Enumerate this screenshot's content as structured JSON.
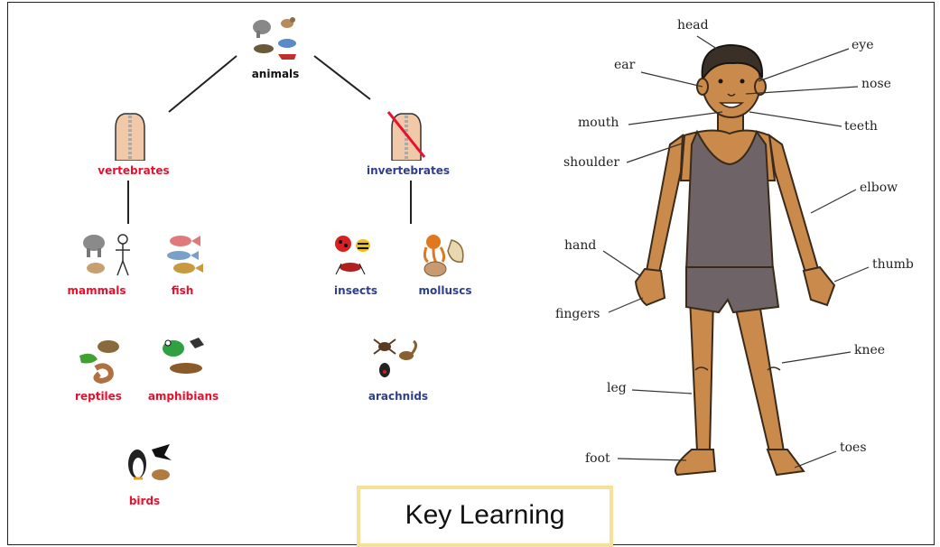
{
  "tree": {
    "root": "animals",
    "vertebrates": "vertebrates",
    "invertebrates": "invertebrates",
    "mammals": "mammals",
    "fish": "fish",
    "reptiles": "reptiles",
    "amphibians": "amphibians",
    "birds": "birds",
    "insects": "insects",
    "molluscs": "molluscs",
    "arachnids": "arachnids"
  },
  "body_labels": {
    "head": "head",
    "eye": "eye",
    "ear": "ear",
    "nose": "nose",
    "mouth": "mouth",
    "teeth": "teeth",
    "shoulder": "shoulder",
    "elbow": "elbow",
    "hand": "hand",
    "thumb": "thumb",
    "fingers": "fingers",
    "knee": "knee",
    "leg": "leg",
    "foot": "foot",
    "toes": "toes"
  },
  "key_box": {
    "title": "Key Learning"
  },
  "colors": {
    "vertebrate_group": "#e8102d",
    "invertebrate_group": "#2d3e8f",
    "key_border": "#f7e09a",
    "skin": "#c98a4b",
    "vest": "#6e6468"
  }
}
